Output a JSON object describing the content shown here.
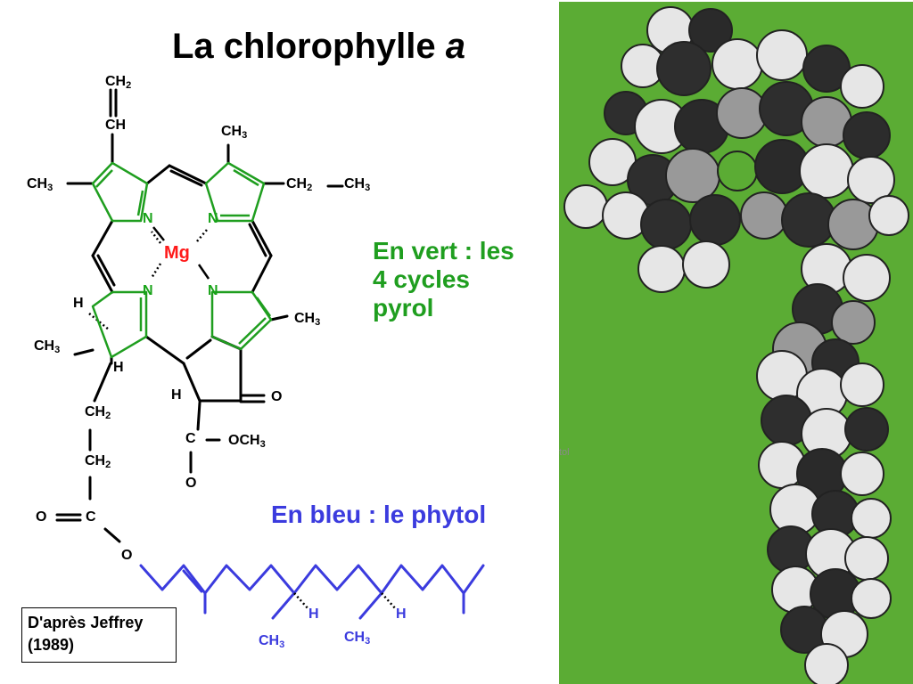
{
  "title": {
    "text": "La chlorophylle",
    "italic_suffix": "a"
  },
  "labels": {
    "ch2_top": "CH",
    "ch_vinyl": "CH",
    "ch3_top": "CH",
    "ch3_left": "CH",
    "ethyl": "CH",
    "ethyl_ch3": "CH",
    "n_tl": "N",
    "n_tr": "N",
    "n_bl": "N",
    "n_br": "N",
    "mg": "Mg",
    "ch3_right": "CH",
    "h_left": "H",
    "ch3_lower_left": "CH",
    "h_ring4": "H",
    "h_ring5": "H",
    "o_keto": "O",
    "c_ester": "C",
    "och3": "OCH",
    "o_ester": "O",
    "ch2_chain1": "CH",
    "ch2_chain2": "CH",
    "o_carbonyl": "O",
    "c_carbonyl": "C",
    "o_link": "O",
    "h_phytol1": "H",
    "h_phytol2": "H",
    "ch3_phytol1": "CH",
    "ch3_phytol2": "CH",
    "sub2": "2",
    "sub3": "3"
  },
  "notes": {
    "green": "En vert : les 4 cycles pyrol",
    "blue": "En bleu : le phytol"
  },
  "citation": "D'après Jeffrey (1989)",
  "photo": {
    "tag": "tol"
  },
  "colors": {
    "green_ring": "#1f9e1f",
    "phytol_blue": "#3b3bde",
    "mg_red": "#ff1a1a",
    "photo_background": "#5bac34"
  }
}
